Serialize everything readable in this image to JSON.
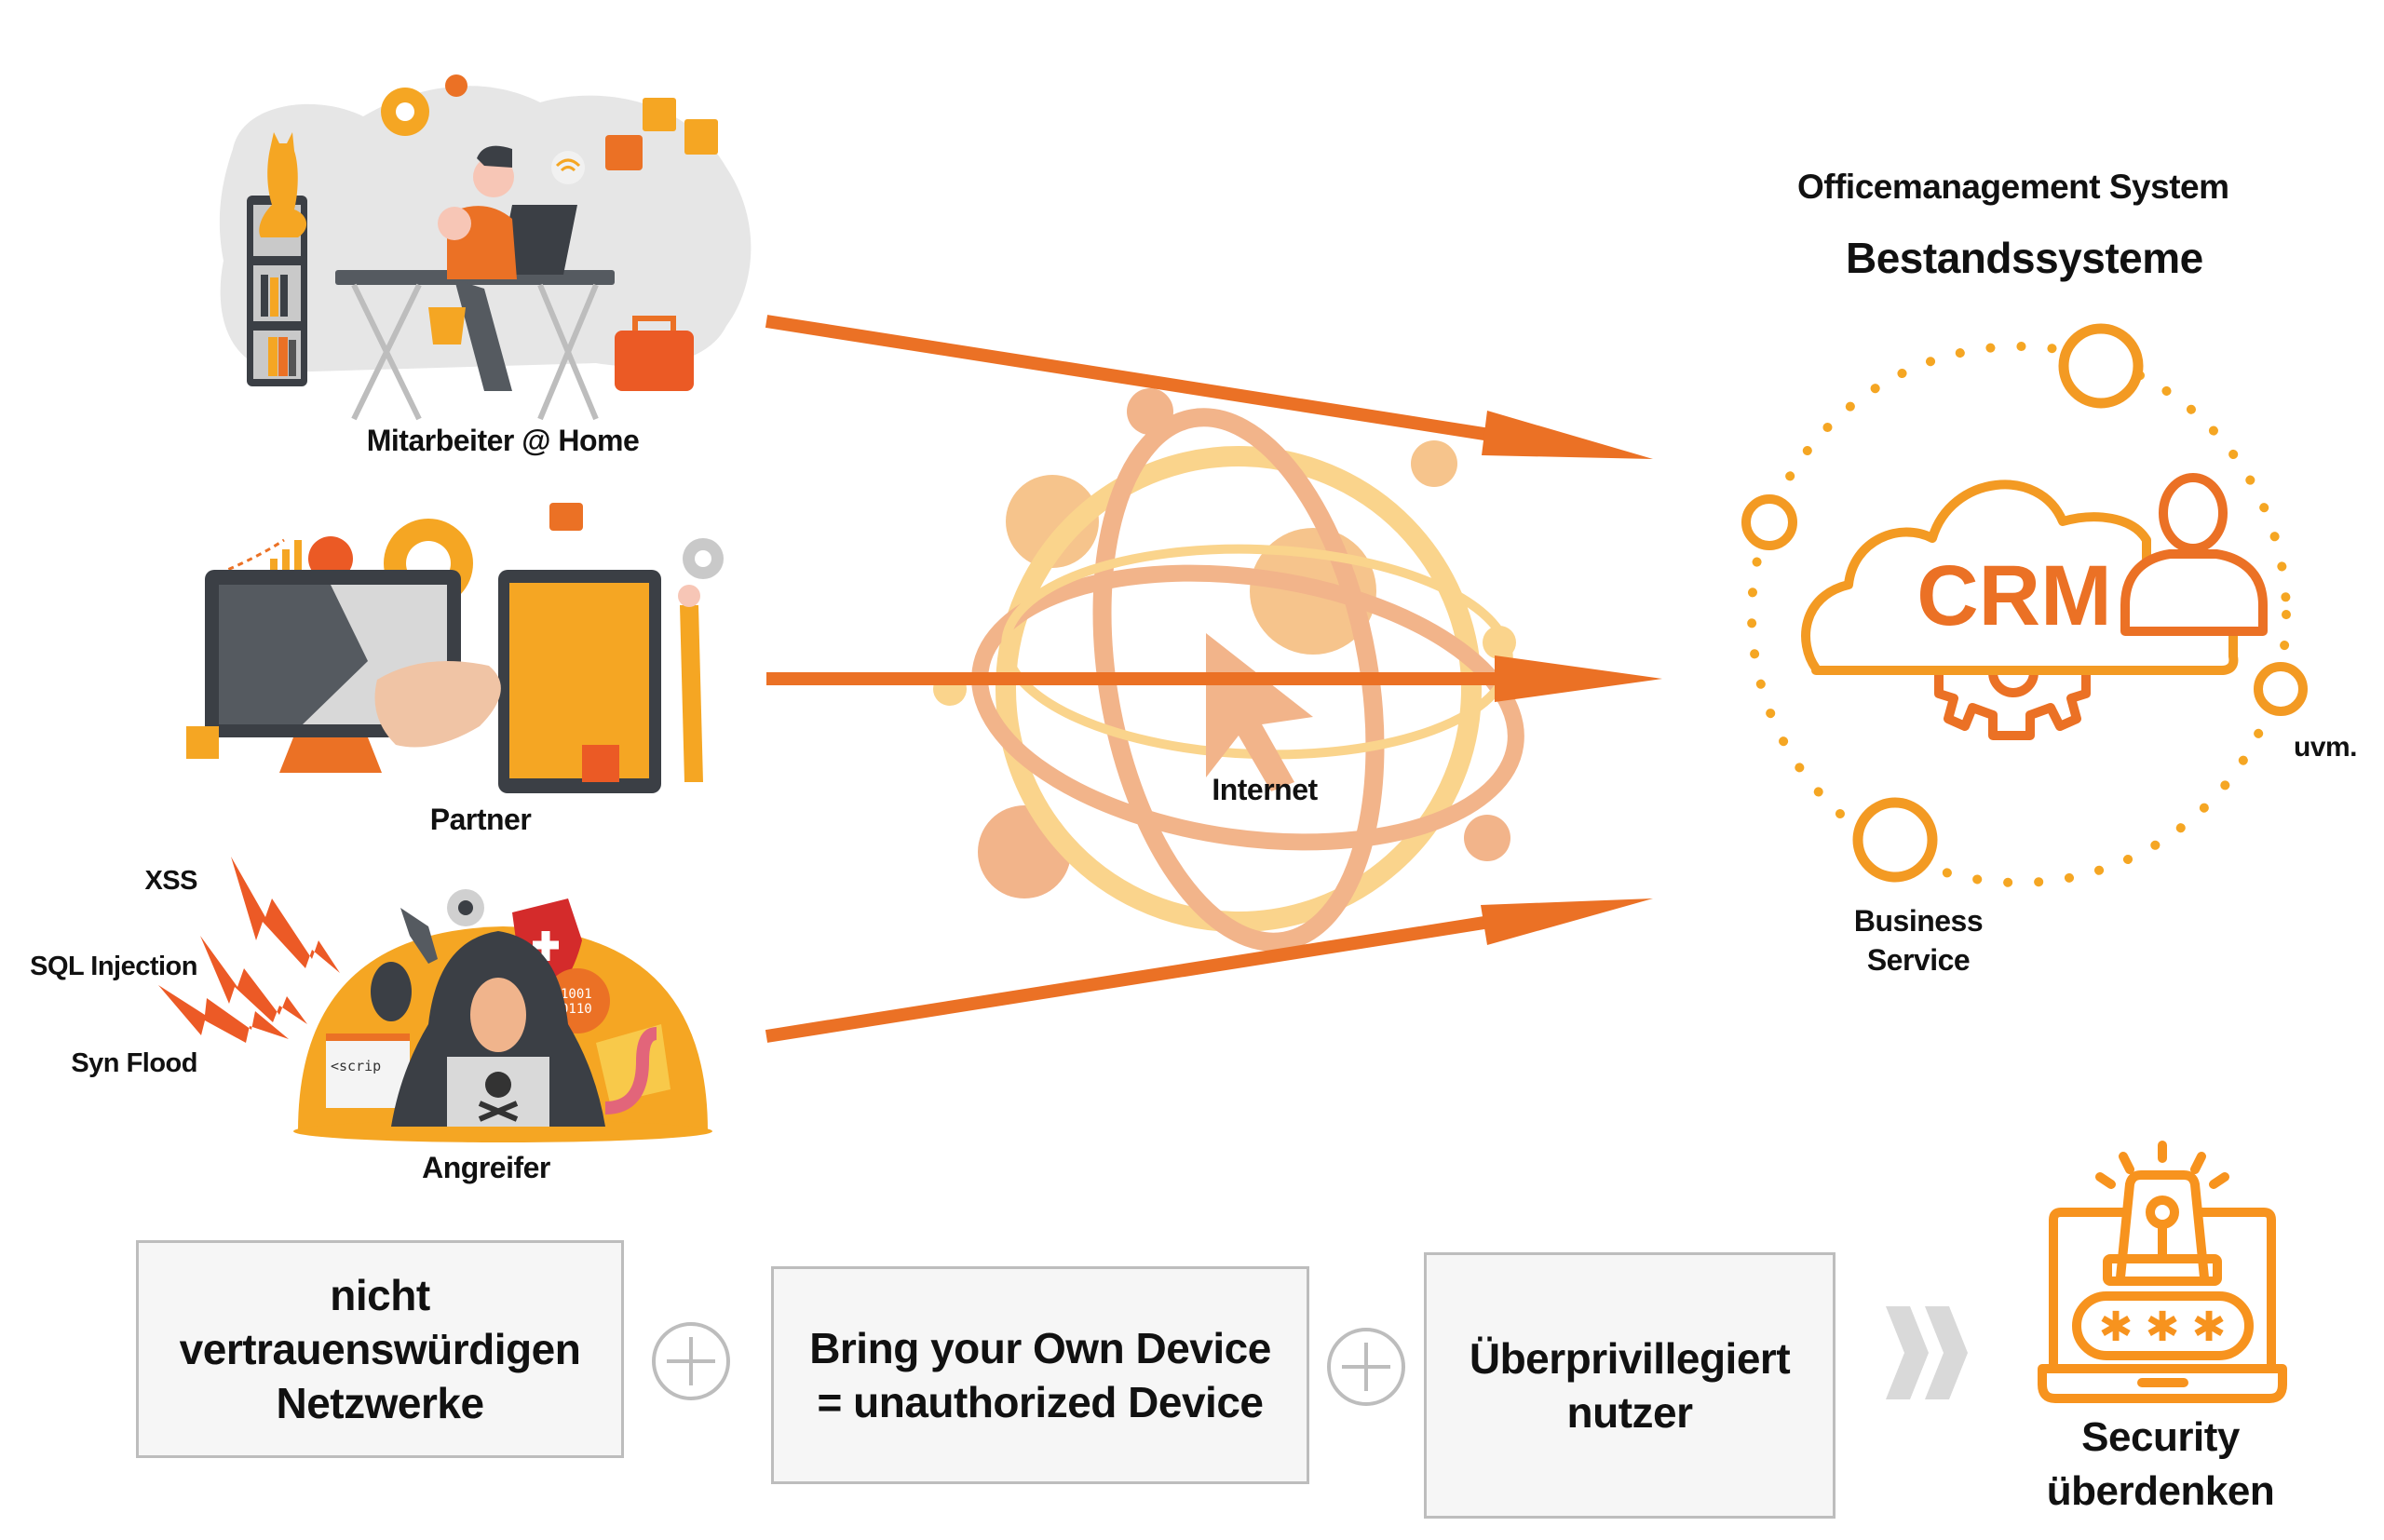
{
  "colors": {
    "arrow": "#EB7125",
    "crm_light": "#F39A23",
    "crm_dark": "#EB7125",
    "security_icon": "#F7931E",
    "box_fill": "#F6F6F6",
    "box_border": "#BDBDBD",
    "plus_gray": "#BDBDBD",
    "chevron_gray": "#D9D9D9",
    "globe_peach": "#F2B48A",
    "globe_yellow": "#FAD48C"
  },
  "sources": [
    {
      "label": "Mitarbeiter @ Home",
      "illustration": "home-office-illustration"
    },
    {
      "label": "Partner",
      "illustration": "partner-handshake-illustration"
    },
    {
      "label": "Angreifer",
      "illustration": "hacker-illustration"
    }
  ],
  "attacks": [
    "XSS",
    "SQL Injection",
    "Syn Flood"
  ],
  "internet": {
    "label": "Internet",
    "icon": "globe-cursor-icon"
  },
  "target": {
    "subtitle": "Officemanagement System",
    "title": "Bestandssysteme",
    "crm_label": "CRM",
    "satellites": [
      "Business Service",
      "uvm."
    ],
    "business_line1": "Business",
    "business_line2": "Service",
    "more": "uvm."
  },
  "factors": [
    {
      "lines": [
        "nicht",
        "vertrauenswürdigen",
        "Netzwerke"
      ]
    },
    {
      "lines": [
        "Bring your Own Device",
        "= unauthorized Device"
      ]
    },
    {
      "lines": [
        "Überprivillegiert",
        "nutzer"
      ]
    }
  ],
  "operators": {
    "plus": "+",
    "result": "»"
  },
  "conclusion": {
    "line1": "Security",
    "line2": "überdenken",
    "icon": "alarm-laptop-password-icon"
  }
}
